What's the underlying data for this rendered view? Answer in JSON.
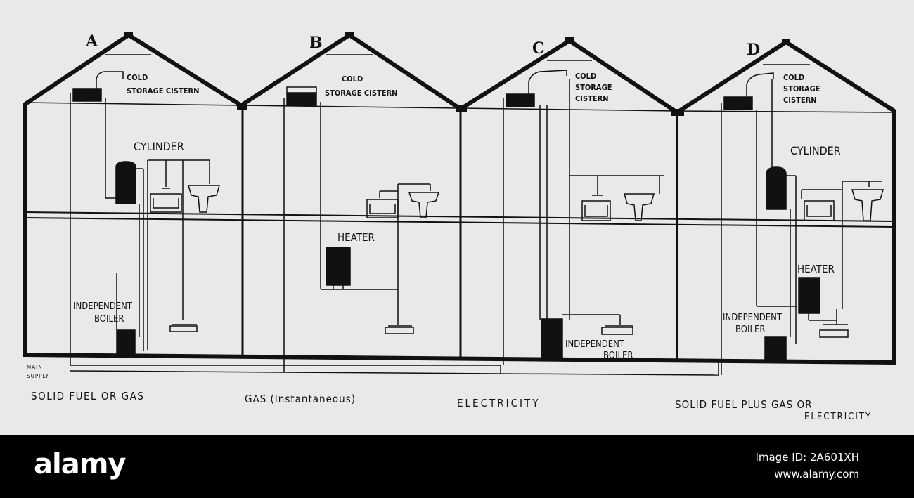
{
  "houses": [
    {
      "letter": "A",
      "cistern": [
        "COLD",
        "STORAGE CISTERN"
      ],
      "upper_unit": "CYLINDER",
      "lower_unit": [
        "INDEPENDENT",
        "BOILER"
      ],
      "caption": [
        "SOLID FUEL OR GAS"
      ]
    },
    {
      "letter": "B",
      "cistern": [
        "COLD",
        "STORAGE CISTERN"
      ],
      "lower_unit": [
        "HEATER"
      ],
      "caption": [
        "GAS (Instantaneous)"
      ]
    },
    {
      "letter": "C",
      "cistern": [
        "COLD",
        "STORAGE",
        "CISTERN"
      ],
      "lower_unit": [
        "INDEPENDENT",
        "BOILER"
      ],
      "caption": [
        "ELECTRICITY"
      ]
    },
    {
      "letter": "D",
      "cistern": [
        "COLD",
        "STORAGE",
        "CISTERN"
      ],
      "upper_unit": "CYLINDER",
      "lower_unit": [
        "HEATER"
      ],
      "lower_unit_2": [
        "INDEPENDENT",
        "BOILER"
      ],
      "caption": [
        "SOLID FUEL PLUS GAS OR",
        "ELECTRICITY"
      ]
    }
  ],
  "main_supply": [
    "MAIN",
    "SUPPLY"
  ],
  "footer": {
    "logo": "alamy",
    "image_id": "Image ID: 2A601XH",
    "url": "www.alamy.com"
  },
  "colors": {
    "ink": "#111111",
    "paper": "#e9e9e9",
    "footer": "#000000"
  }
}
